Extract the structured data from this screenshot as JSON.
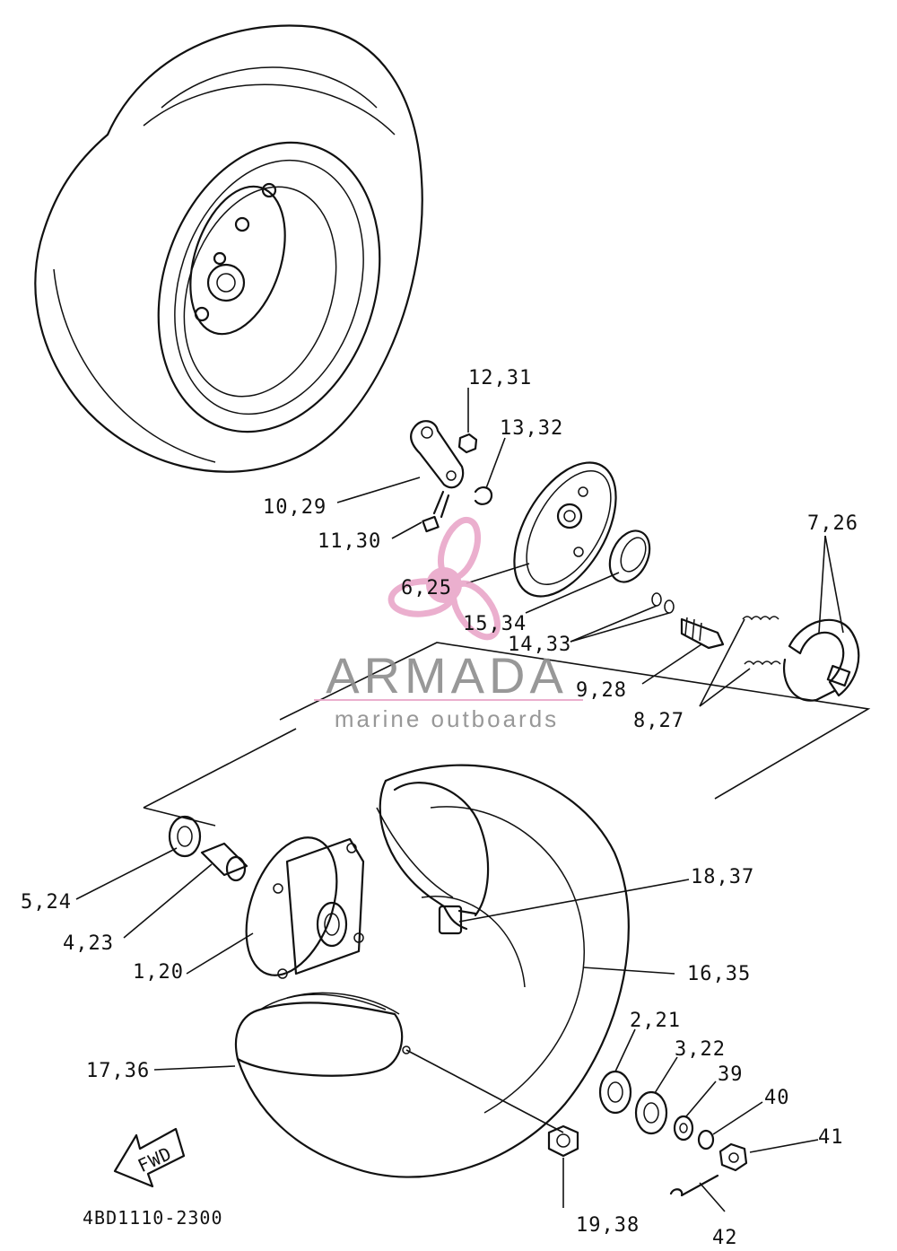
{
  "callouts": {
    "c_12_31": "12,31",
    "c_13_32": "13,32",
    "c_10_29": "10,29",
    "c_11_30": "11,30",
    "c_6_25": "6,25",
    "c_7_26": "7,26",
    "c_15_34": "15,34",
    "c_14_33": "14,33",
    "c_9_28": "9,28",
    "c_8_27": "8,27",
    "c_18_37": "18,37",
    "c_5_24": "5,24",
    "c_4_23": "4,23",
    "c_1_20": "1,20",
    "c_16_35": "16,35",
    "c_2_21": "2,21",
    "c_3_22": "3,22",
    "c_39": "39",
    "c_40": "40",
    "c_41": "41",
    "c_17_36": "17,36",
    "c_19_38": "19,38",
    "c_42": "42"
  },
  "direction_arrow": "FWD",
  "diagram_code": "4BD1110-2300",
  "watermark": {
    "brand": "ARMADA",
    "tagline": "marine outboards",
    "logo_color": "#e9a7c9"
  }
}
